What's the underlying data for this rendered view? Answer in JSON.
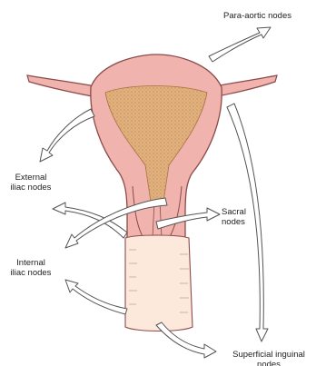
{
  "labels": {
    "para_aortic": "Para-aortic nodes",
    "external_iliac": [
      "External",
      "iliac nodes"
    ],
    "sacral": [
      "Sacral",
      "nodes"
    ],
    "internal_iliac": [
      "Internal",
      "iliac nodes"
    ],
    "superficial_inguinal": [
      "Superficial inguinal",
      "nodes"
    ]
  },
  "colors": {
    "tissue_pink": "#f0b3ad",
    "tissue_outline": "#8c4a4a",
    "cavity_fill": "#e2b27e",
    "cavity_dots": "#b07a46",
    "vagina_fill": "#fde9dc",
    "arrow_fill": "#ffffff",
    "arrow_stroke": "#555555"
  }
}
